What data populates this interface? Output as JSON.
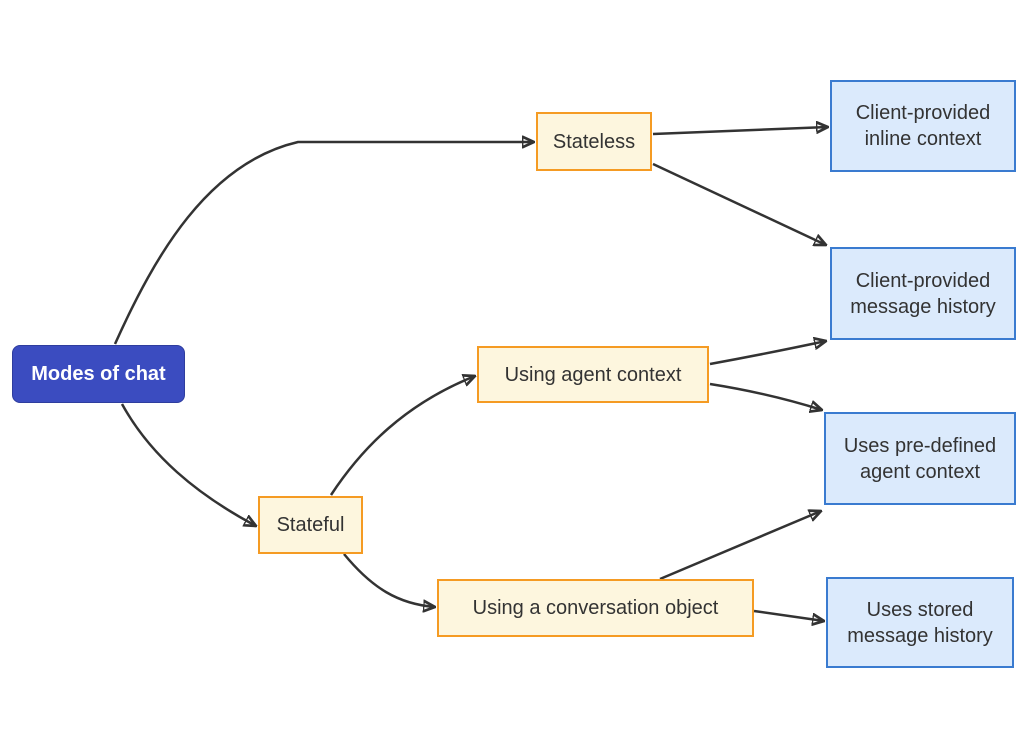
{
  "diagram": {
    "type": "flowchart",
    "direction": "left-to-right",
    "nodes": [
      {
        "id": "root",
        "label": "Modes of chat",
        "style": "root"
      },
      {
        "id": "stateless",
        "label": "Stateless",
        "style": "warm"
      },
      {
        "id": "stateful",
        "label": "Stateful",
        "style": "warm"
      },
      {
        "id": "agent-context",
        "label": "Using agent context",
        "style": "warm"
      },
      {
        "id": "conversation",
        "label": "Using a conversation object",
        "style": "warm"
      },
      {
        "id": "inline-context",
        "label": "Client-provided\ninline context",
        "style": "cool"
      },
      {
        "id": "message-history",
        "label": "Client-provided\nmessage history",
        "style": "cool"
      },
      {
        "id": "predefined-context",
        "label": "Uses pre-defined\nagent context",
        "style": "cool"
      },
      {
        "id": "stored-history",
        "label": "Uses stored\nmessage history",
        "style": "cool"
      }
    ],
    "edges": [
      {
        "from": "Modes of chat",
        "to": "Stateless"
      },
      {
        "from": "Modes of chat",
        "to": "Stateful"
      },
      {
        "from": "Stateless",
        "to": "Client-provided inline context"
      },
      {
        "from": "Stateless",
        "to": "Client-provided message history"
      },
      {
        "from": "Stateful",
        "to": "Using agent context"
      },
      {
        "from": "Stateful",
        "to": "Using a conversation object"
      },
      {
        "from": "Using agent context",
        "to": "Client-provided message history"
      },
      {
        "from": "Using agent context",
        "to": "Uses pre-defined agent context"
      },
      {
        "from": "Using a conversation object",
        "to": "Uses pre-defined agent context"
      },
      {
        "from": "Using a conversation object",
        "to": "Uses stored message history"
      }
    ],
    "colors": {
      "root_fill": "#3B4CC0",
      "root_border": "#2E3D9E",
      "root_text": "#FFFFFF",
      "warm_fill": "#FDF6DE",
      "warm_border": "#F59B23",
      "cool_fill": "#DBEAFC",
      "cool_border": "#3A7BD0",
      "node_text": "#333333",
      "arrow": "#333333",
      "background": "#FFFFFF"
    }
  }
}
